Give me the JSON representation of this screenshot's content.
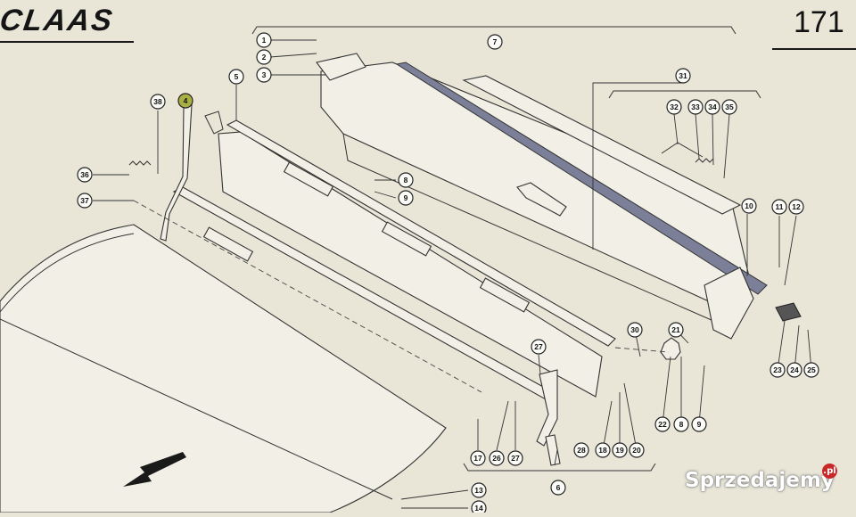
{
  "header": {
    "brand": "CLAAS",
    "page_number": "171"
  },
  "watermark": {
    "text": "Sprzedajemy",
    "badge": ".pl"
  },
  "diagram": {
    "callouts": [
      {
        "id": "c1",
        "label": "1"
      },
      {
        "id": "c2",
        "label": "2"
      },
      {
        "id": "c3",
        "label": "3"
      },
      {
        "id": "c4",
        "label": "4",
        "highlight": true
      },
      {
        "id": "c5",
        "label": "5"
      },
      {
        "id": "c6",
        "label": "6"
      },
      {
        "id": "c7",
        "label": "7"
      },
      {
        "id": "c8a",
        "label": "8"
      },
      {
        "id": "c9a",
        "label": "9"
      },
      {
        "id": "c8b",
        "label": "8"
      },
      {
        "id": "c9b",
        "label": "9"
      },
      {
        "id": "c10",
        "label": "10"
      },
      {
        "id": "c11",
        "label": "11"
      },
      {
        "id": "c12",
        "label": "12"
      },
      {
        "id": "c13",
        "label": "13"
      },
      {
        "id": "c14",
        "label": "14"
      },
      {
        "id": "c17",
        "label": "17"
      },
      {
        "id": "c18",
        "label": "18"
      },
      {
        "id": "c19",
        "label": "19"
      },
      {
        "id": "c20",
        "label": "20"
      },
      {
        "id": "c21",
        "label": "21"
      },
      {
        "id": "c22",
        "label": "22"
      },
      {
        "id": "c23",
        "label": "23"
      },
      {
        "id": "c24",
        "label": "24"
      },
      {
        "id": "c25",
        "label": "25"
      },
      {
        "id": "c26",
        "label": "26"
      },
      {
        "id": "c27a",
        "label": "27"
      },
      {
        "id": "c27b",
        "label": "27"
      },
      {
        "id": "c28",
        "label": "28"
      },
      {
        "id": "c30",
        "label": "30"
      },
      {
        "id": "c31",
        "label": "31"
      },
      {
        "id": "c32",
        "label": "32"
      },
      {
        "id": "c33",
        "label": "33"
      },
      {
        "id": "c34",
        "label": "34"
      },
      {
        "id": "c35",
        "label": "35"
      },
      {
        "id": "c36",
        "label": "36"
      },
      {
        "id": "c37",
        "label": "37"
      },
      {
        "id": "c38",
        "label": "38"
      }
    ]
  }
}
